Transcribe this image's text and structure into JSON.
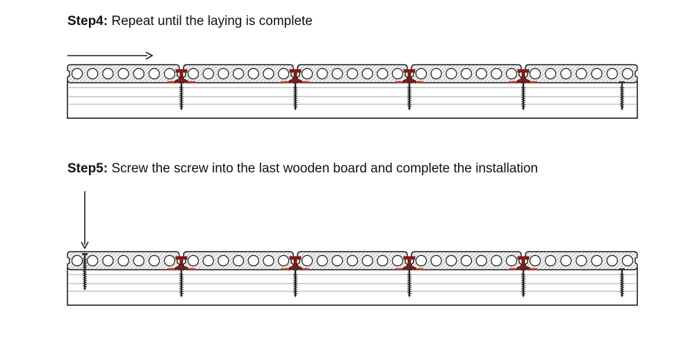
{
  "steps": [
    {
      "label": "Step4:",
      "text": "Repeat until the laying is complete",
      "arrow_direction": "right",
      "end_screw": false
    },
    {
      "label": "Step5:",
      "text": "Screw the screw into the last wooden board and complete the installation",
      "arrow_direction": "down",
      "end_screw": true
    }
  ],
  "board_count": 5,
  "holes_per_board": 7,
  "colors": {
    "line": "#1a1a1a",
    "board_fill": "#f2f2f2",
    "hatch": "#9a9a9a",
    "clip": "#8b1a1a",
    "clip_base": "#c0392b"
  }
}
